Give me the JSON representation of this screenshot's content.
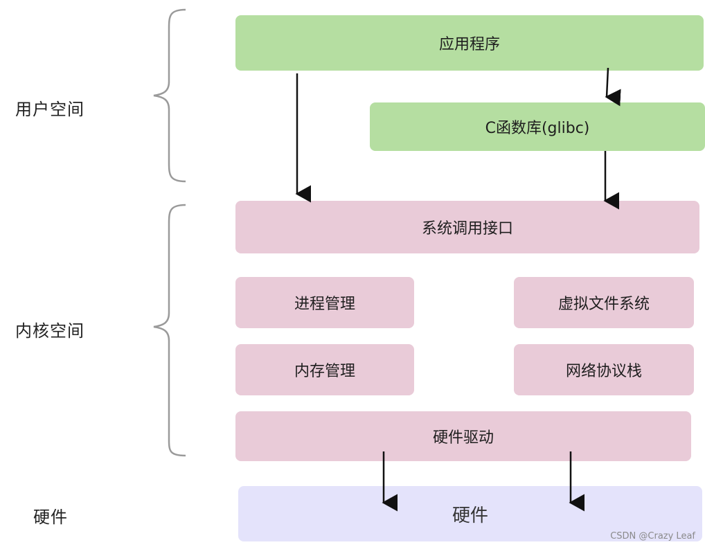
{
  "zones": {
    "user_space": "用户空间",
    "kernel_space": "内核空间",
    "hardware": "硬件"
  },
  "boxes": {
    "application": "应用程序",
    "c_library": "C函数库(glibc)",
    "syscall_interface": "系统调用接口",
    "process_management": "进程管理",
    "virtual_file_system": "虚拟文件系统",
    "memory_management": "内存管理",
    "network_stack": "网络协议栈",
    "hardware_driver": "硬件驱动",
    "hardware": "硬件"
  },
  "watermark": "CSDN @Crazy Leaf",
  "colors": {
    "user_space_box": "#b5dea1",
    "kernel_box": "#e9cbd8",
    "hardware_box": "#e4e3fb",
    "brace": "#9a9a9a",
    "arrow": "#111111"
  }
}
